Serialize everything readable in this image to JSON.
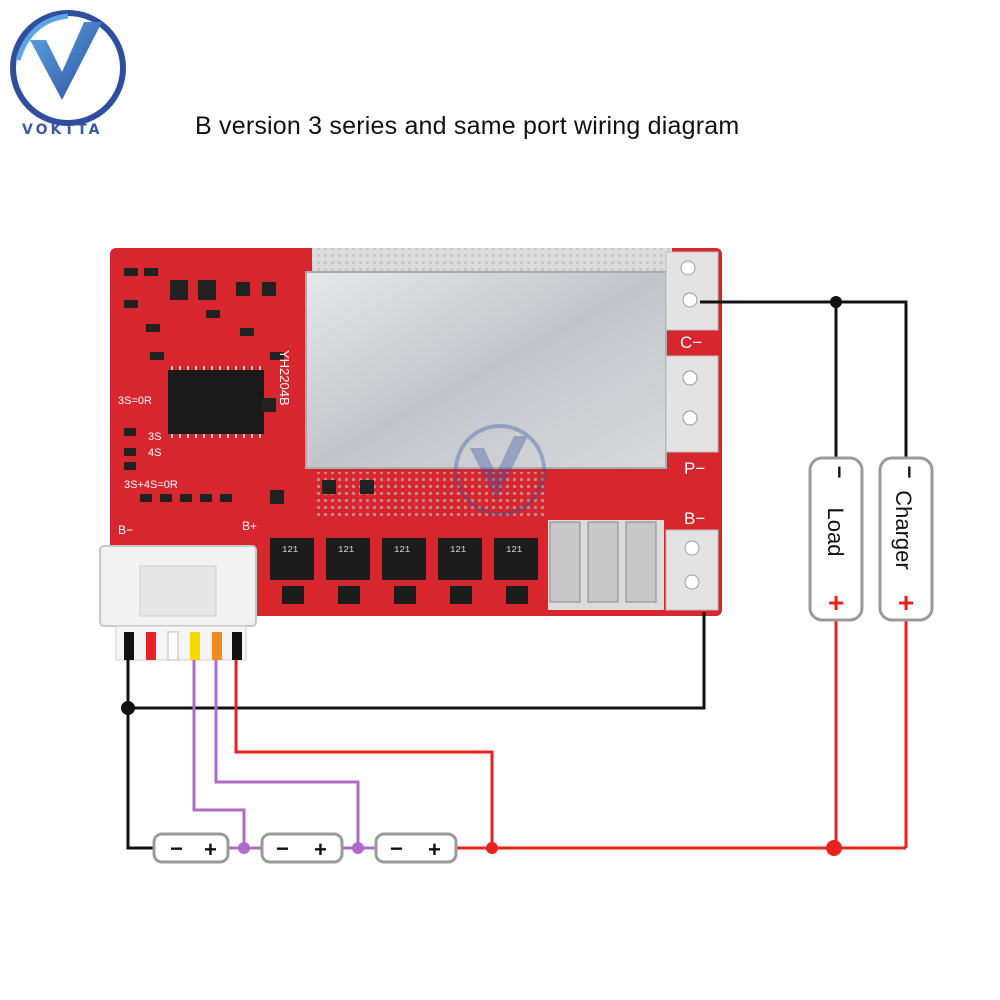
{
  "title": "B version 3 series and same port wiring diagram",
  "brand": {
    "name": "VOKTTA",
    "watermark_icon": "voktta-v-logo-icon"
  },
  "board": {
    "model": "YH2204B",
    "labels": {
      "c_minus": "C−",
      "p_minus": "P−",
      "b_minus": "B−",
      "b_minus_left": "B−",
      "b_plus": "B+",
      "s3_0r": "3S=0R",
      "s3": "3S",
      "s4": "4S",
      "s3_4s_0r": "3S+4S=0R",
      "chip": "121"
    }
  },
  "components": {
    "load": {
      "label": "Load",
      "minus": "−",
      "plus": "+"
    },
    "charger": {
      "label": "Charger",
      "minus": "−",
      "plus": "+"
    }
  },
  "cells": [
    {
      "minus": "−",
      "plus": "+"
    },
    {
      "minus": "−",
      "plus": "+"
    },
    {
      "minus": "−",
      "plus": "+"
    }
  ],
  "colors": {
    "pcb": "#d8262f",
    "heatsink": "#c9ccd0",
    "wire_black": "#111111",
    "wire_red": "#e8231f",
    "wire_purple": "#b06ac8",
    "connector": "#f2f2f2",
    "brand_blue": "#2f4f9e"
  }
}
